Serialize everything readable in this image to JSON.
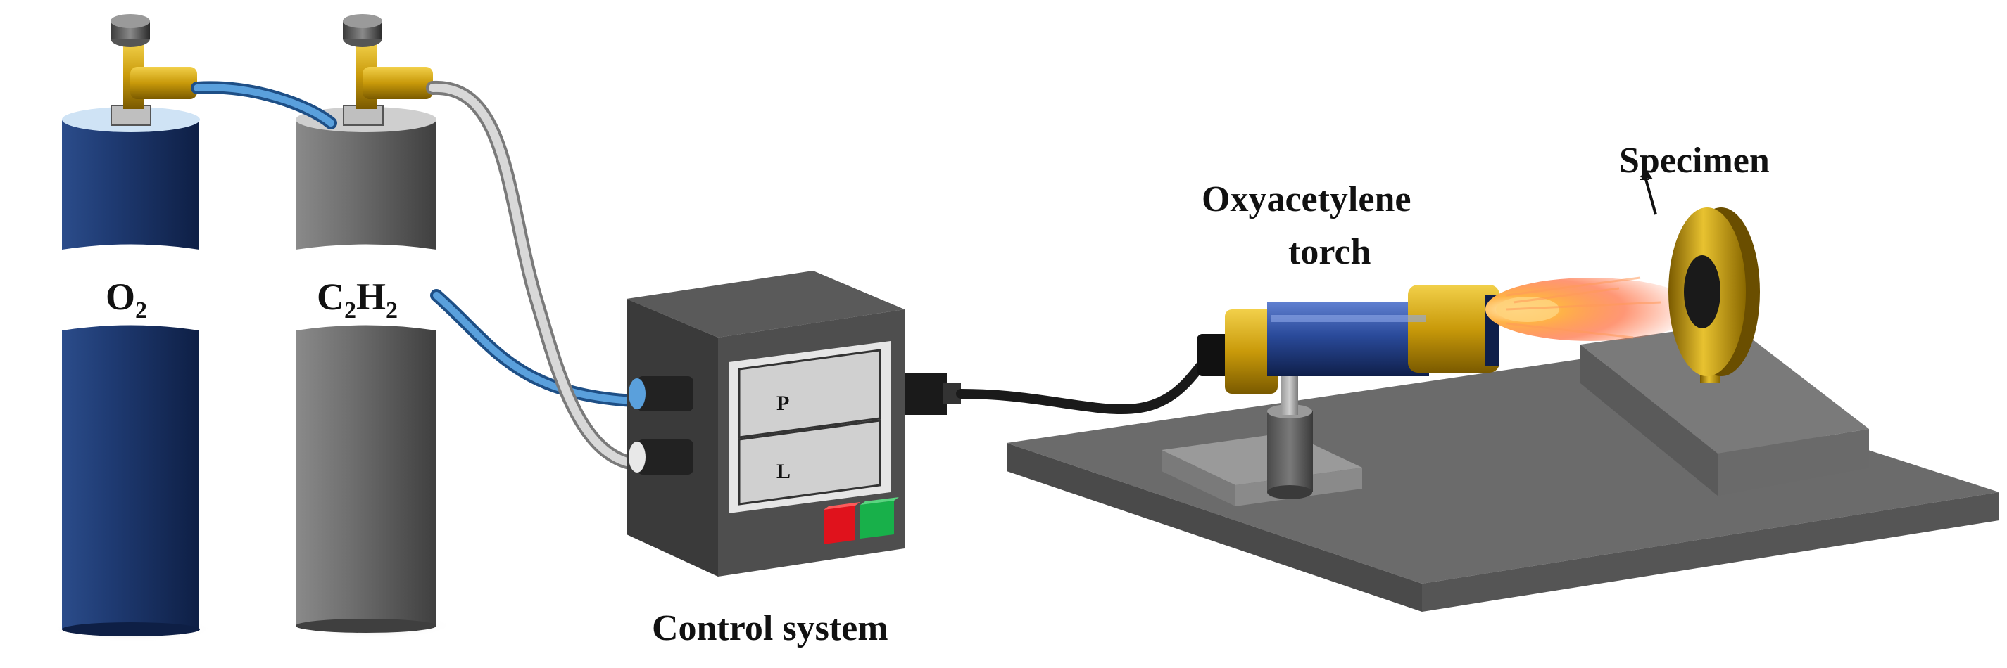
{
  "labels": {
    "oxygen": "O",
    "oxygen_sub": "2",
    "acetylene_c": "C",
    "acetylene_c_sub": "2",
    "acetylene_h": "H",
    "acetylene_h_sub": "2",
    "display_p": "P",
    "display_l": "L",
    "control_system": "Control system",
    "torch_line1": "Oxyacetylene",
    "torch_line2": "torch",
    "specimen": "Specimen"
  },
  "colors": {
    "oxygen_cylinder": "#1f3b6e",
    "acetylene_cylinder": "#6e6e6e",
    "oxygen_hose": "#4a8cc9",
    "acetylene_hose": "#c8c8c8",
    "brass": "#d4a80c",
    "torch_body": "#2a4a9a",
    "flame": "#ff7a2a",
    "red_button": "#e0121c",
    "green_button": "#18b04a",
    "base_plate": "#6b6b6b"
  }
}
